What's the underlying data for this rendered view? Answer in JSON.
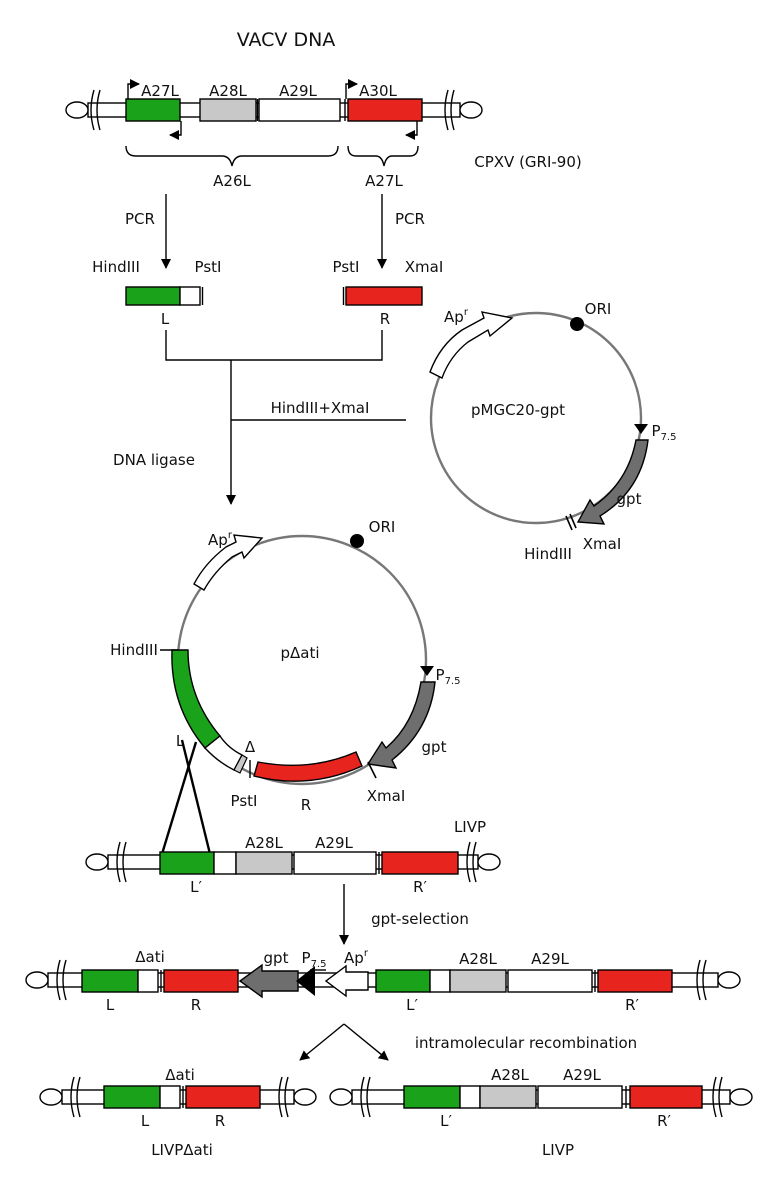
{
  "title": "VACV DNA",
  "top": {
    "genes": [
      "A27L",
      "A28L",
      "A29L",
      "A30L"
    ],
    "strain_label": "CPXV (GRI-90)",
    "brace_left_label": "A26L",
    "brace_right_label": "A27L"
  },
  "pcr": {
    "left_label": "PCR",
    "right_label": "PCR",
    "left_site_a": "HindIII",
    "left_site_b": "PstI",
    "right_site_a": "PstI",
    "right_site_b": "XmaI",
    "left_fragment": "L",
    "right_fragment": "R"
  },
  "cloning": {
    "digest_label": "HindIII+XmaI",
    "ligase_label": "DNA ligase"
  },
  "pmgc": {
    "name": "pMGC20-gpt",
    "apr": "Ap",
    "apr_sup": "r",
    "ori": "ORI",
    "promoter": "P",
    "promoter_sub": "7.5",
    "gpt": "gpt",
    "site_hind": "HindIII",
    "site_xma": "XmaI"
  },
  "pdati": {
    "name": "pΔati",
    "apr": "Ap",
    "apr_sup": "r",
    "ori": "ORI",
    "promoter": "P",
    "promoter_sub": "7.5",
    "gpt": "gpt",
    "site_hind": "HindIII",
    "site_pst": "PstI",
    "site_xma": "XmaI",
    "left_arm": "L",
    "right_arm": "R",
    "delta": "Δ"
  },
  "livp1": {
    "label": "LIVP",
    "gene_a": "A28L",
    "gene_b": "A29L",
    "left_arm": "L′",
    "right_arm": "R′"
  },
  "selection_label": "gpt-selection",
  "integrated": {
    "dati": "Δati",
    "left_arm": "L",
    "right_arm": "R",
    "gpt": "gpt",
    "promoter": "P",
    "promoter_sub": "7.5",
    "apr": "Ap",
    "apr_sup": "r",
    "gene_a": "A28L",
    "gene_b": "A29L",
    "left_arm2": "L′",
    "right_arm2": "R′"
  },
  "recombination_label": "intramolecular recombination",
  "product_left": {
    "dati": "Δati",
    "left_arm": "L",
    "right_arm": "R",
    "label": "LIVPΔati"
  },
  "product_right": {
    "gene_a": "A28L",
    "gene_b": "A29L",
    "left_arm": "L′",
    "right_arm": "R′",
    "label": "LIVP"
  },
  "colors": {
    "green": "#1aa31a",
    "red": "#e8241f",
    "gray": "#c8c8c8",
    "dark": "#6e6e6e"
  }
}
